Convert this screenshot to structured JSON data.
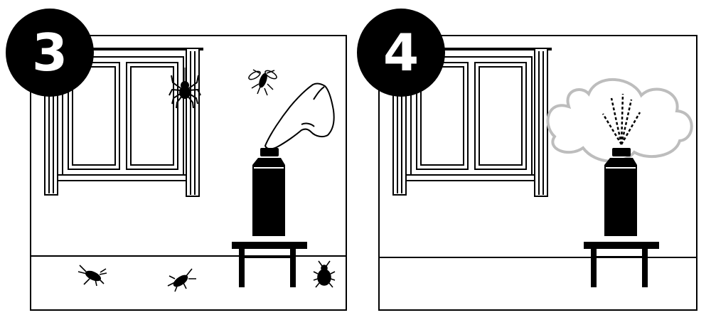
{
  "colors": {
    "ink": "#000000",
    "paper": "#ffffff",
    "cloud": "#bdbdbd"
  },
  "panels": [
    {
      "step": "3",
      "scene": "pressing-spray-button-insects-present"
    },
    {
      "step": "4",
      "scene": "spray-released-room-clear"
    }
  ],
  "icons": {
    "spider": "spider-icon",
    "fly": "fly-icon",
    "cockroach": "cockroach-icon",
    "beetle": "beetle-icon",
    "hand": "pointing-hand-icon",
    "can": "spray-can-icon",
    "table": "side-table-icon",
    "cloud": "spray-cloud-icon"
  }
}
